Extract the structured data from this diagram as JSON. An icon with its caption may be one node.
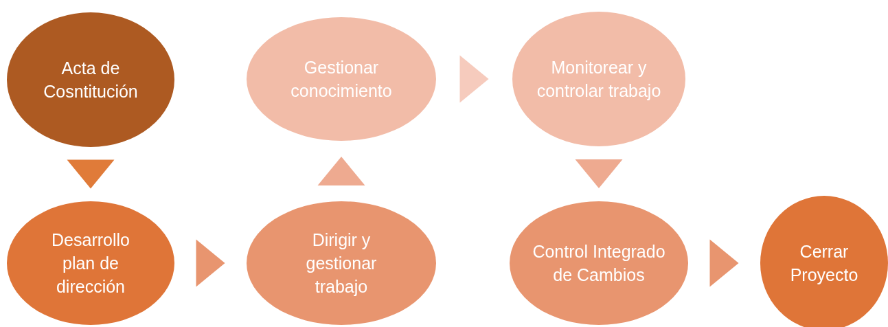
{
  "diagram": {
    "nodes": [
      {
        "text": [
          "Acta de Cosntitución"
        ]
      },
      {
        "text": [
          "Desarrollo plan de dirección"
        ]
      },
      {
        "text": [
          "Dirigir y gestionar trabajo"
        ]
      },
      {
        "text": [
          "Gestionar conocimiento"
        ]
      },
      {
        "text": [
          "Monitorear y controlar trabajo"
        ]
      },
      {
        "text": [
          "Control Integrado de Cambios"
        ]
      },
      {
        "text": [
          "Cerrar Proyecto"
        ]
      }
    ],
    "edges": [
      {
        "from": 0,
        "to": 1,
        "arrow": "to",
        "color": "#e07b39"
      },
      {
        "from": 1,
        "to": 2,
        "arrow": "to",
        "color": "#e8956f"
      },
      {
        "from": 2,
        "to": 3,
        "arrow": "to",
        "color": "#eeaa90"
      },
      {
        "from": 3,
        "to": 4,
        "arrow": "to",
        "color": "#f6cbbd"
      },
      {
        "from": 4,
        "to": 5,
        "arrow": "to",
        "color": "#eeaa90"
      },
      {
        "from": 5,
        "to": 6,
        "arrow": "to",
        "color": "#e8956f"
      }
    ]
  }
}
